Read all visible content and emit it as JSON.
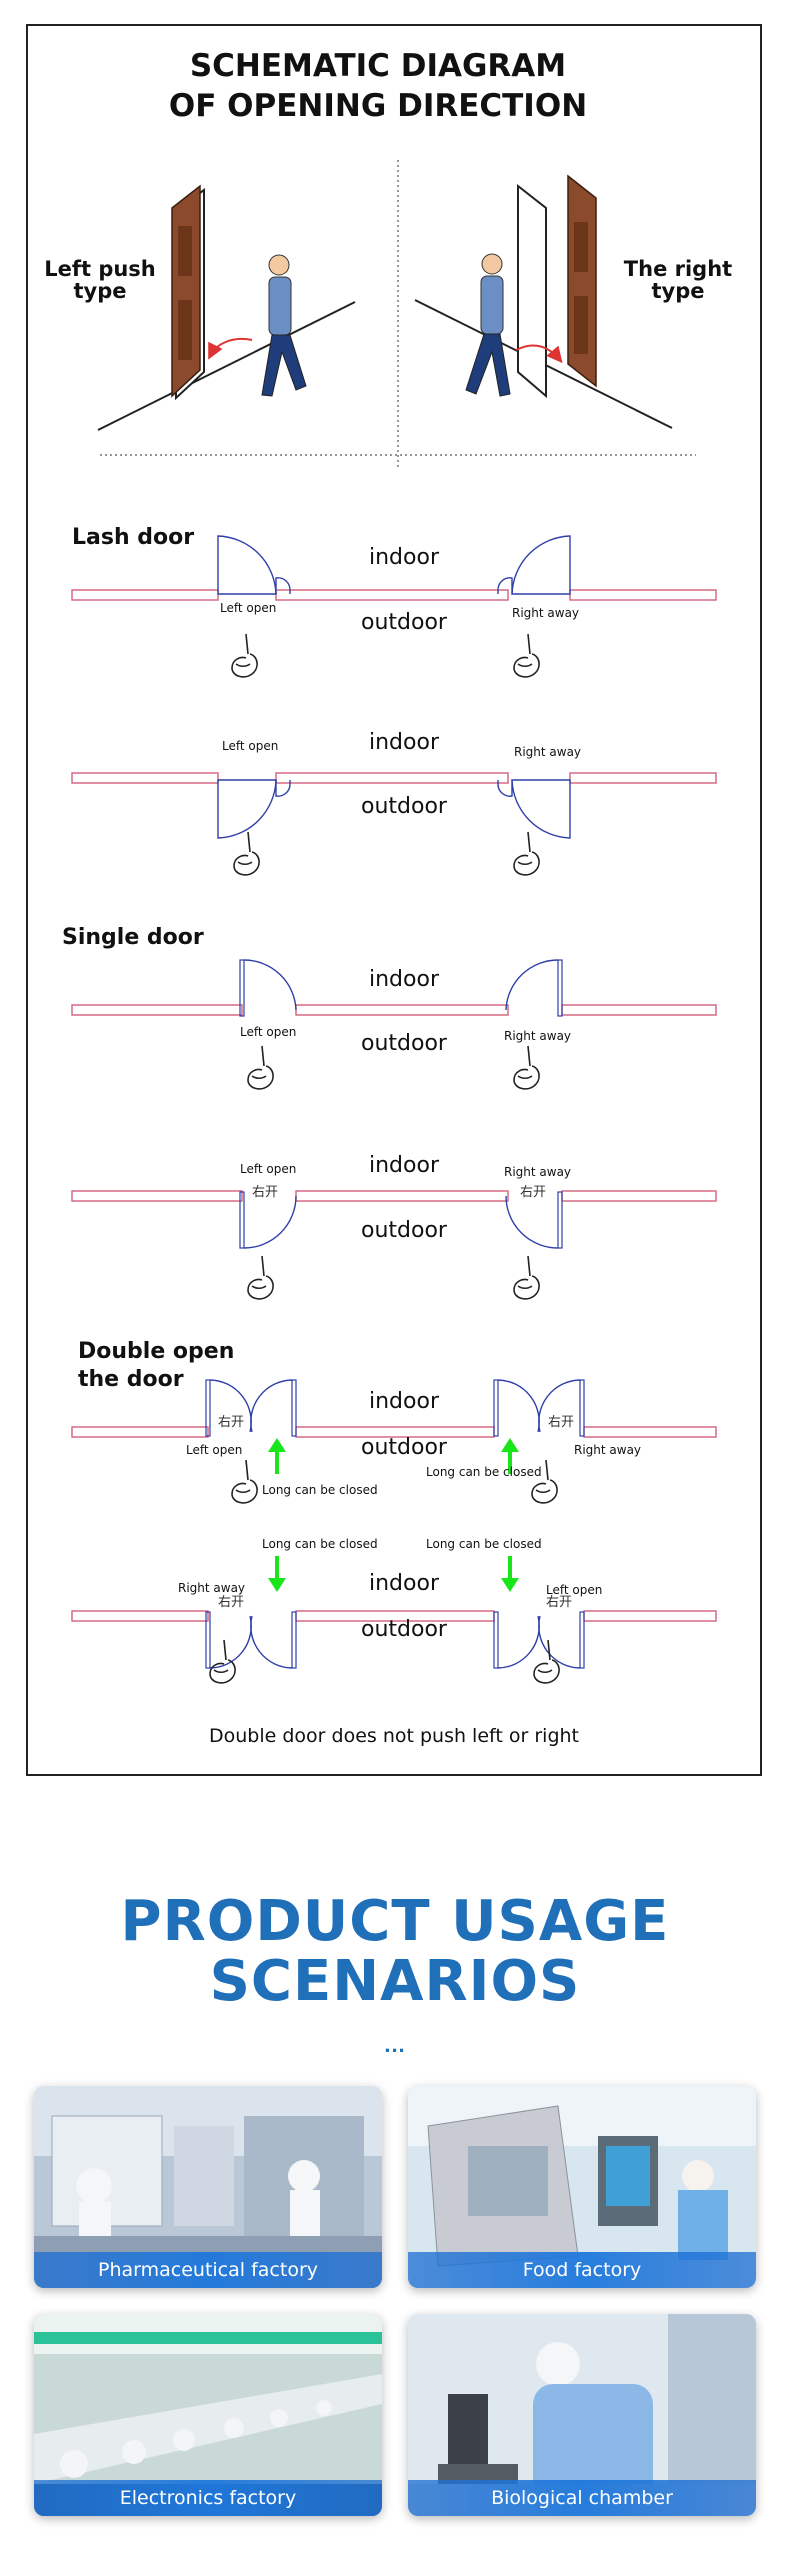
{
  "diagram": {
    "title_line1": "SCHEMATIC DIAGRAM",
    "title_line2": "OF OPENING DIRECTION",
    "left_type_line1": "Left push",
    "left_type_line2": "type",
    "right_type_line1": "The right",
    "right_type_line2": "type",
    "sections": {
      "lash": "Lash door",
      "single": "Single door",
      "double_line1": "Double open",
      "double_line2": "the door"
    },
    "indoor": "indoor",
    "outdoor": "outdoor",
    "left_open": "Left open",
    "right_away": "Right away",
    "cn_label": "右开",
    "long_closed": "Long can be closed",
    "footer_note": "Double door does not push left or right"
  },
  "scenarios": {
    "title_line1": "PRODUCT USAGE",
    "title_line2": "SCENARIOS",
    "dots": "...",
    "cards": [
      {
        "label": "Pharmaceutical factory"
      },
      {
        "label": "Food factory"
      },
      {
        "label": "Electronics factory"
      },
      {
        "label": "Biological chamber"
      }
    ]
  },
  "colors": {
    "accent_blue": "#1f6fb9",
    "wall_pink": "#d4607c",
    "door_blue": "#2f3fa8",
    "arrow_green": "#18e51a"
  }
}
